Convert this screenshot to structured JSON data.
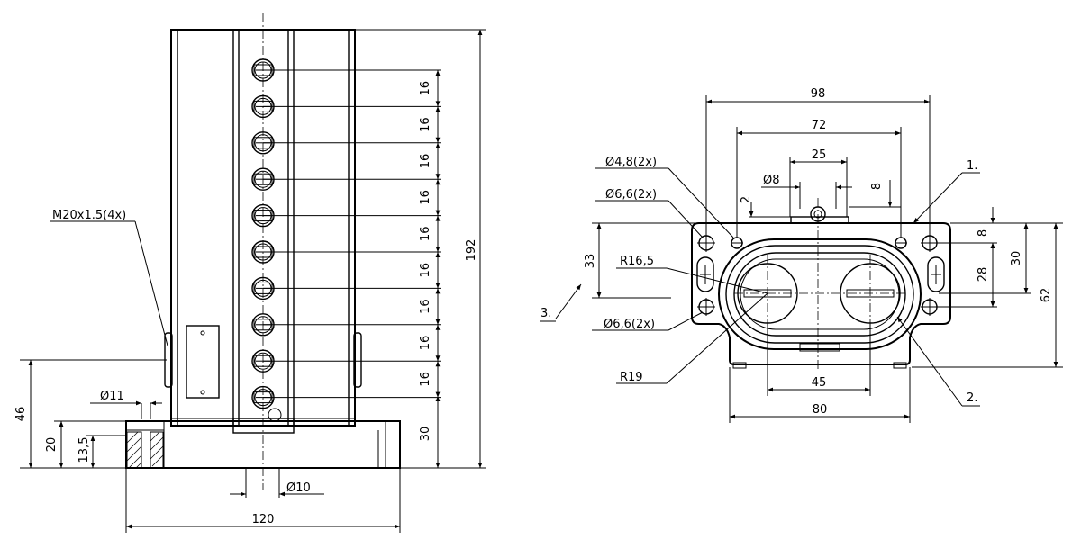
{
  "side_view": {
    "pitch_label": "16",
    "pitch_count": 9,
    "bottom_gap_label": "30",
    "total_height_label": "192",
    "thread_label": "M20x1.5(4x)",
    "height_46_label": "46",
    "height_20_label": "20",
    "height_13_5_label": "13,5",
    "dia_11_label": "Ø11",
    "dia_10_label": "Ø10",
    "width_120_label": "120"
  },
  "top_view": {
    "width_98_label": "98",
    "width_72_label": "72",
    "width_25_label": "25",
    "dia_8_label": "Ø8",
    "dim_2_label": "2",
    "dim_8_top_label": "8",
    "dia_4_8_label": "Ø4,8(2x)",
    "dia_6_6_top_label": "Ø6,6(2x)",
    "dia_6_6_bottom_label": "Ø6,6(2x)",
    "height_33_label": "33",
    "r16_5_label": "R16,5",
    "r19_label": "R19",
    "item_1_label": "1.",
    "item_2_label": "2.",
    "item_3_label": "3.",
    "dim_8_right_label": "8",
    "dim_28_label": "28",
    "dim_30_label": "30",
    "dim_62_label": "62",
    "width_45_label": "45",
    "width_80_label": "80"
  }
}
